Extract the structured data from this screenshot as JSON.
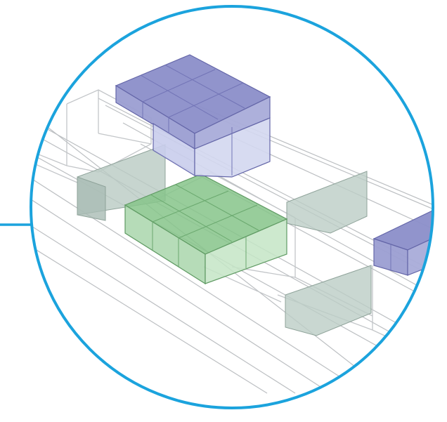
{
  "figure": {
    "kind": "isometric-detail-callout",
    "text": []
  },
  "colors": {
    "background": "#ffffff",
    "callout_ring": "#1ba3dd",
    "leader_line": "#1ba3dd",
    "rail_line": "#b9bcbf",
    "frame_line": "#c8cacc",
    "blue_pallet_top": "#8b8ec9",
    "blue_pallet_side": "#a9acd9",
    "blue_pallet_clear": "#cfd3ee",
    "green_pallet_top": "#86c489",
    "green_pallet_side": "#b8ddb9",
    "grey_panel": "#bccdc6"
  },
  "elements": [
    {
      "name": "blue-pallet-stack",
      "color_role": "blue_pallet_top"
    },
    {
      "name": "green-pallet-stack",
      "color_role": "green_pallet_top"
    },
    {
      "name": "grey-divider-panels",
      "color_role": "grey_panel"
    },
    {
      "name": "blue-pallet-stack-right-edge",
      "color_role": "blue_pallet_top"
    }
  ]
}
